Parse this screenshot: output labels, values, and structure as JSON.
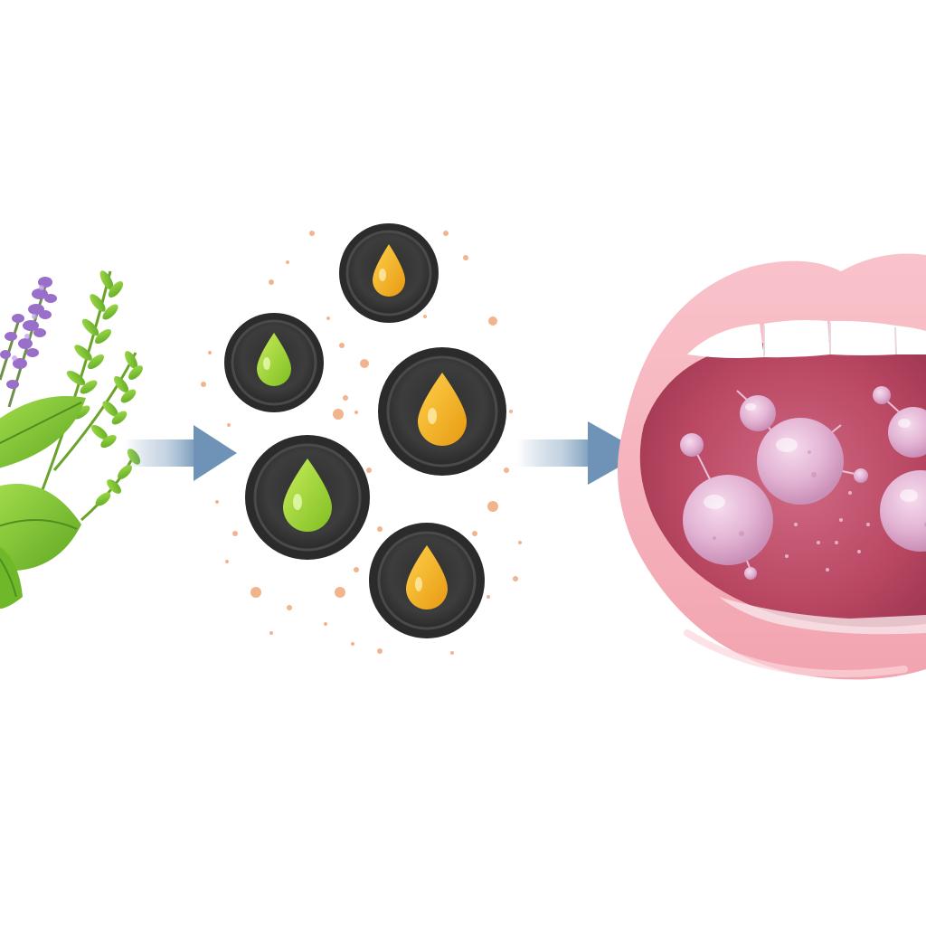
{
  "diagram": {
    "description_free": true,
    "stages": [
      {
        "id": "herbs",
        "icon": "herb-sprigs-icon"
      },
      {
        "id": "oil-capsules",
        "icon": "charcoal-oil-capsule-icon"
      },
      {
        "id": "mouth",
        "icon": "open-mouth-microbes-icon"
      }
    ],
    "arrows": [
      {
        "from": "herbs",
        "to": "oil-capsules"
      },
      {
        "from": "oil-capsules",
        "to": "mouth"
      }
    ],
    "capsules": [
      {
        "drop": "amber"
      },
      {
        "drop": "green"
      },
      {
        "drop": "amber"
      },
      {
        "drop": "green"
      },
      {
        "drop": "amber"
      }
    ]
  },
  "colors": {
    "background": "#ffffff",
    "arrow": "#7f9fbe",
    "capsule_charcoal": "#3b3b3b",
    "drop_amber": "#f3b21f",
    "drop_green": "#9ed23a",
    "lips": "#f7b3bd",
    "mouth_inner": "#c5566f",
    "microbe": "#e2b3d3",
    "lavender": "#9a6fc9",
    "leaf": "#79c330",
    "speck": "#f2b48c"
  }
}
